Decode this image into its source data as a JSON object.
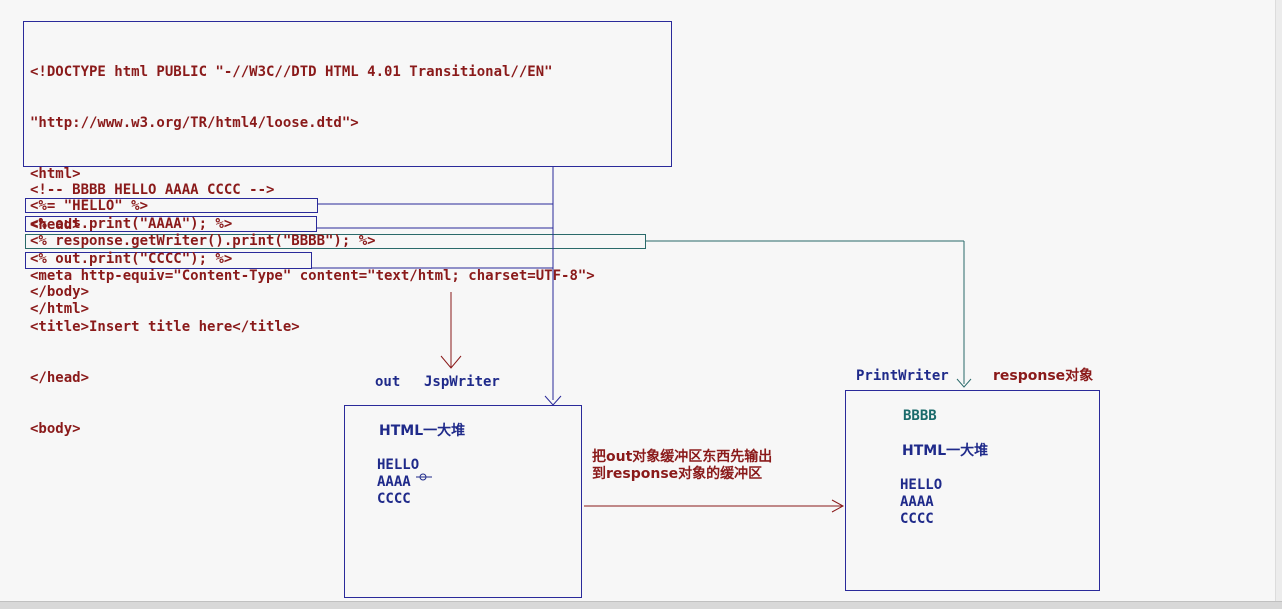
{
  "code_header": [
    "<!DOCTYPE html PUBLIC \"-//W3C//DTD HTML 4.01 Transitional//EN\"",
    "\"http://www.w3.org/TR/html4/loose.dtd\">",
    "<html>",
    "<head>",
    "<meta http-equiv=\"Content-Type\" content=\"text/html; charset=UTF-8\">",
    "<title>Insert title here</title>",
    "</head>",
    "<body>"
  ],
  "code_body": {
    "comment": "<!-- BBBB HELLO AAAA CCCC -->",
    "expr_hello": "<%= \"HELLO\" %>",
    "print_aaaa": "<% out.print(\"AAAA\"); %>",
    "print_bbbb": "<% response.getWriter().print(\"BBBB\"); %>",
    "print_cccc": "<% out.print(\"CCCC\"); %>",
    "close_body": "</body>",
    "close_html": "</html>"
  },
  "out_buffer": {
    "label_out": "out",
    "label_type": "JspWriter",
    "lines": [
      "HTML一大堆",
      "HELLO",
      "AAAA",
      "CCCC"
    ]
  },
  "response_buffer": {
    "label_type": "PrintWriter",
    "label_obj": "response对象",
    "lines": [
      "BBBB",
      "HTML一大堆",
      "HELLO",
      "AAAA",
      "CCCC"
    ]
  },
  "transfer_note": [
    "把out对象缓冲区东西先输出",
    "到response对象的缓冲区"
  ],
  "colors": {
    "code": "#8a1a1a",
    "box": "#2a2a9a",
    "teal": "#2a6a6a",
    "bbbb": "#1a6a6a"
  }
}
